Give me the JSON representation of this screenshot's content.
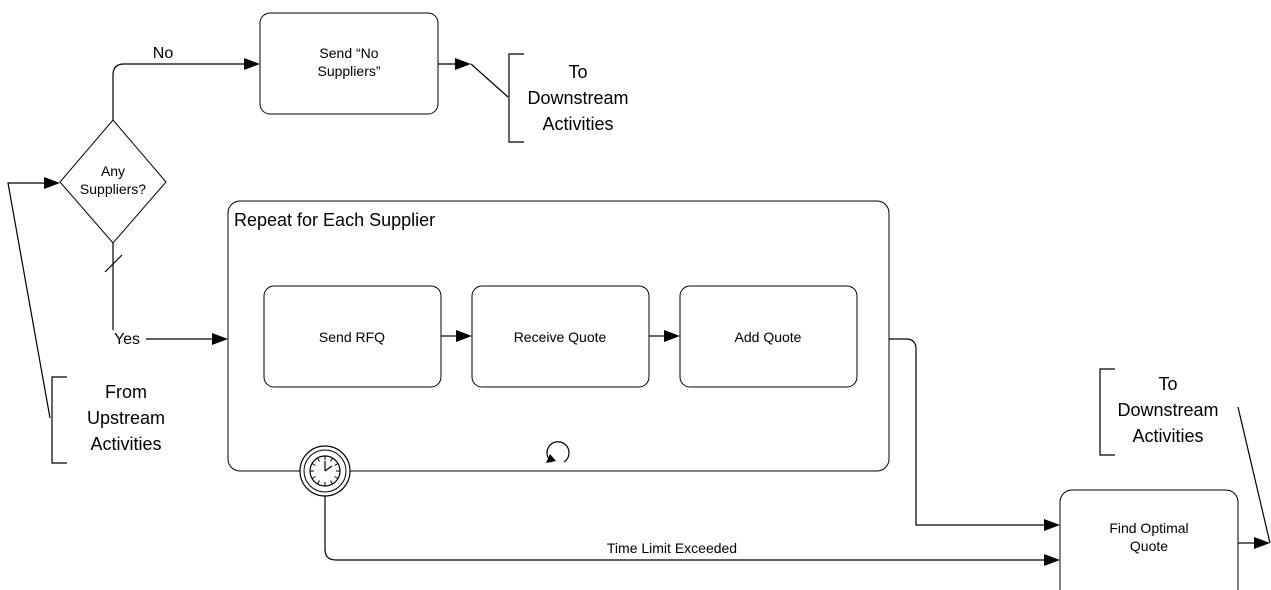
{
  "gateway": {
    "label_line1": "Any",
    "label_line2": "Suppliers?",
    "no_label": "No",
    "yes_label": "Yes"
  },
  "send_no_suppliers": {
    "label_line1": "Send “No",
    "label_line2": "Suppliers”"
  },
  "annotation_downstream_top": {
    "line1": "To",
    "line2": "Downstream",
    "line3": "Activities"
  },
  "annotation_upstream": {
    "line1": "From",
    "line2": "Upstream",
    "line3": "Activities"
  },
  "annotation_downstream_right": {
    "line1": "To",
    "line2": "Downstream",
    "line3": "Activities"
  },
  "loop_subprocess": {
    "title": "Repeat for Each Supplier",
    "tasks": [
      "Send RFQ",
      "Receive Quote",
      "Add Quote"
    ]
  },
  "timer_flow_label": "Time Limit Exceeded",
  "find_optimal": {
    "label_line1": "Find Optimal",
    "label_line2": "Quote"
  },
  "icons": {
    "loop": "loop-marker-icon",
    "timer": "timer-event-icon"
  }
}
